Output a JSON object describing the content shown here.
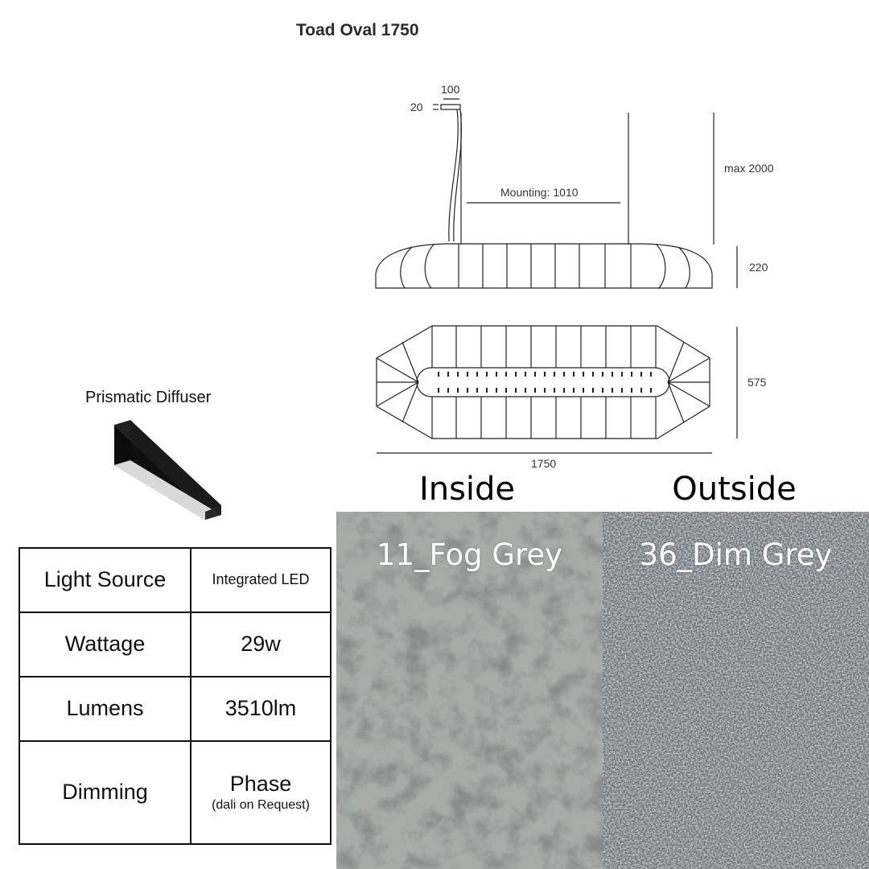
{
  "product": {
    "title": "Toad Oval 1750"
  },
  "drawing": {
    "canopy_width": "100",
    "canopy_height": "20",
    "mounting": "Mounting: 1010",
    "max_drop": "max 2000",
    "body_height": "220",
    "body_depth": "575",
    "body_length": "1750"
  },
  "diffuser": {
    "label": "Prismatic Diffuser"
  },
  "materials": {
    "inside": {
      "heading": "Inside",
      "name": "11_Fog Grey",
      "color": "#a7aca9"
    },
    "outside": {
      "heading": "Outside",
      "name": "36_Dim Grey",
      "color": "#6b7077"
    }
  },
  "specs": [
    {
      "label": "Light Source",
      "value": "Integrated LED"
    },
    {
      "label": "Wattage",
      "value": "29w"
    },
    {
      "label": "Lumens",
      "value": "3510lm"
    },
    {
      "label": "Dimming",
      "value": "Phase",
      "note": "(dali on Request)"
    }
  ]
}
